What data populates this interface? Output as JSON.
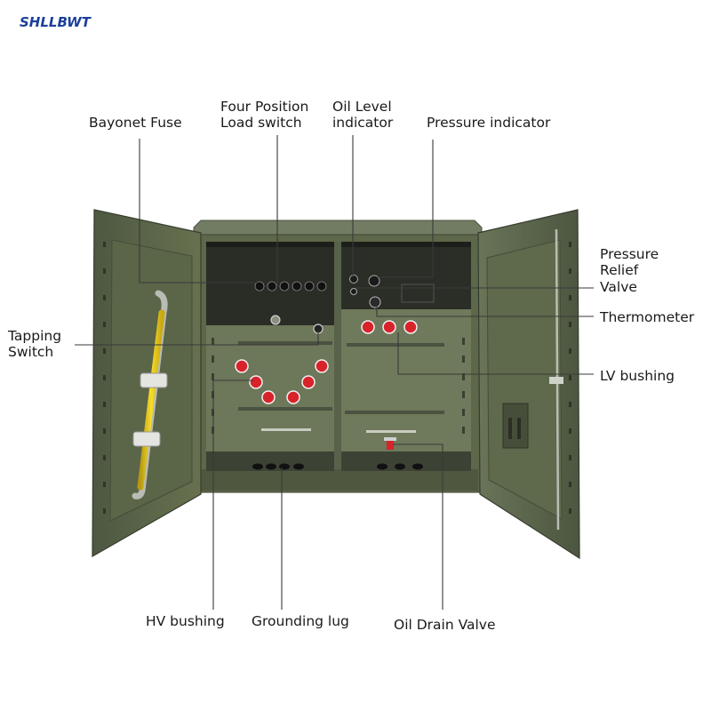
{
  "brand": {
    "logo_text": "SHLLBWT"
  },
  "colors": {
    "enclosure": "#5f6a4e",
    "enclosure_dark": "#3b4233",
    "enclosure_light": "#76806a",
    "interior": "#6c7659",
    "bushing_red": "#d8232a",
    "rod_yellow": "#f2d21a",
    "leader_line": "#3a3a3a",
    "label_text": "#1a1a1a",
    "logo_blue": "#1b3f9a"
  },
  "labels": {
    "bayonet_fuse": [
      "Bayonet Fuse"
    ],
    "load_switch": [
      "Four Position",
      "Load switch"
    ],
    "oil_level": [
      "Oil Level",
      "indicator"
    ],
    "pressure_indicator": [
      "Pressure indicator"
    ],
    "pressure_relief": [
      "Pressure",
      "Relief",
      "Valve"
    ],
    "thermometer": [
      "Thermometer"
    ],
    "tapping_switch": [
      "Tapping",
      "Switch"
    ],
    "lv_bushing": [
      "LV bushing"
    ],
    "hv_bushing": [
      "HV bushing"
    ],
    "grounding_lug": [
      "Grounding lug"
    ],
    "oil_drain": [
      "Oil Drain Valve"
    ]
  }
}
